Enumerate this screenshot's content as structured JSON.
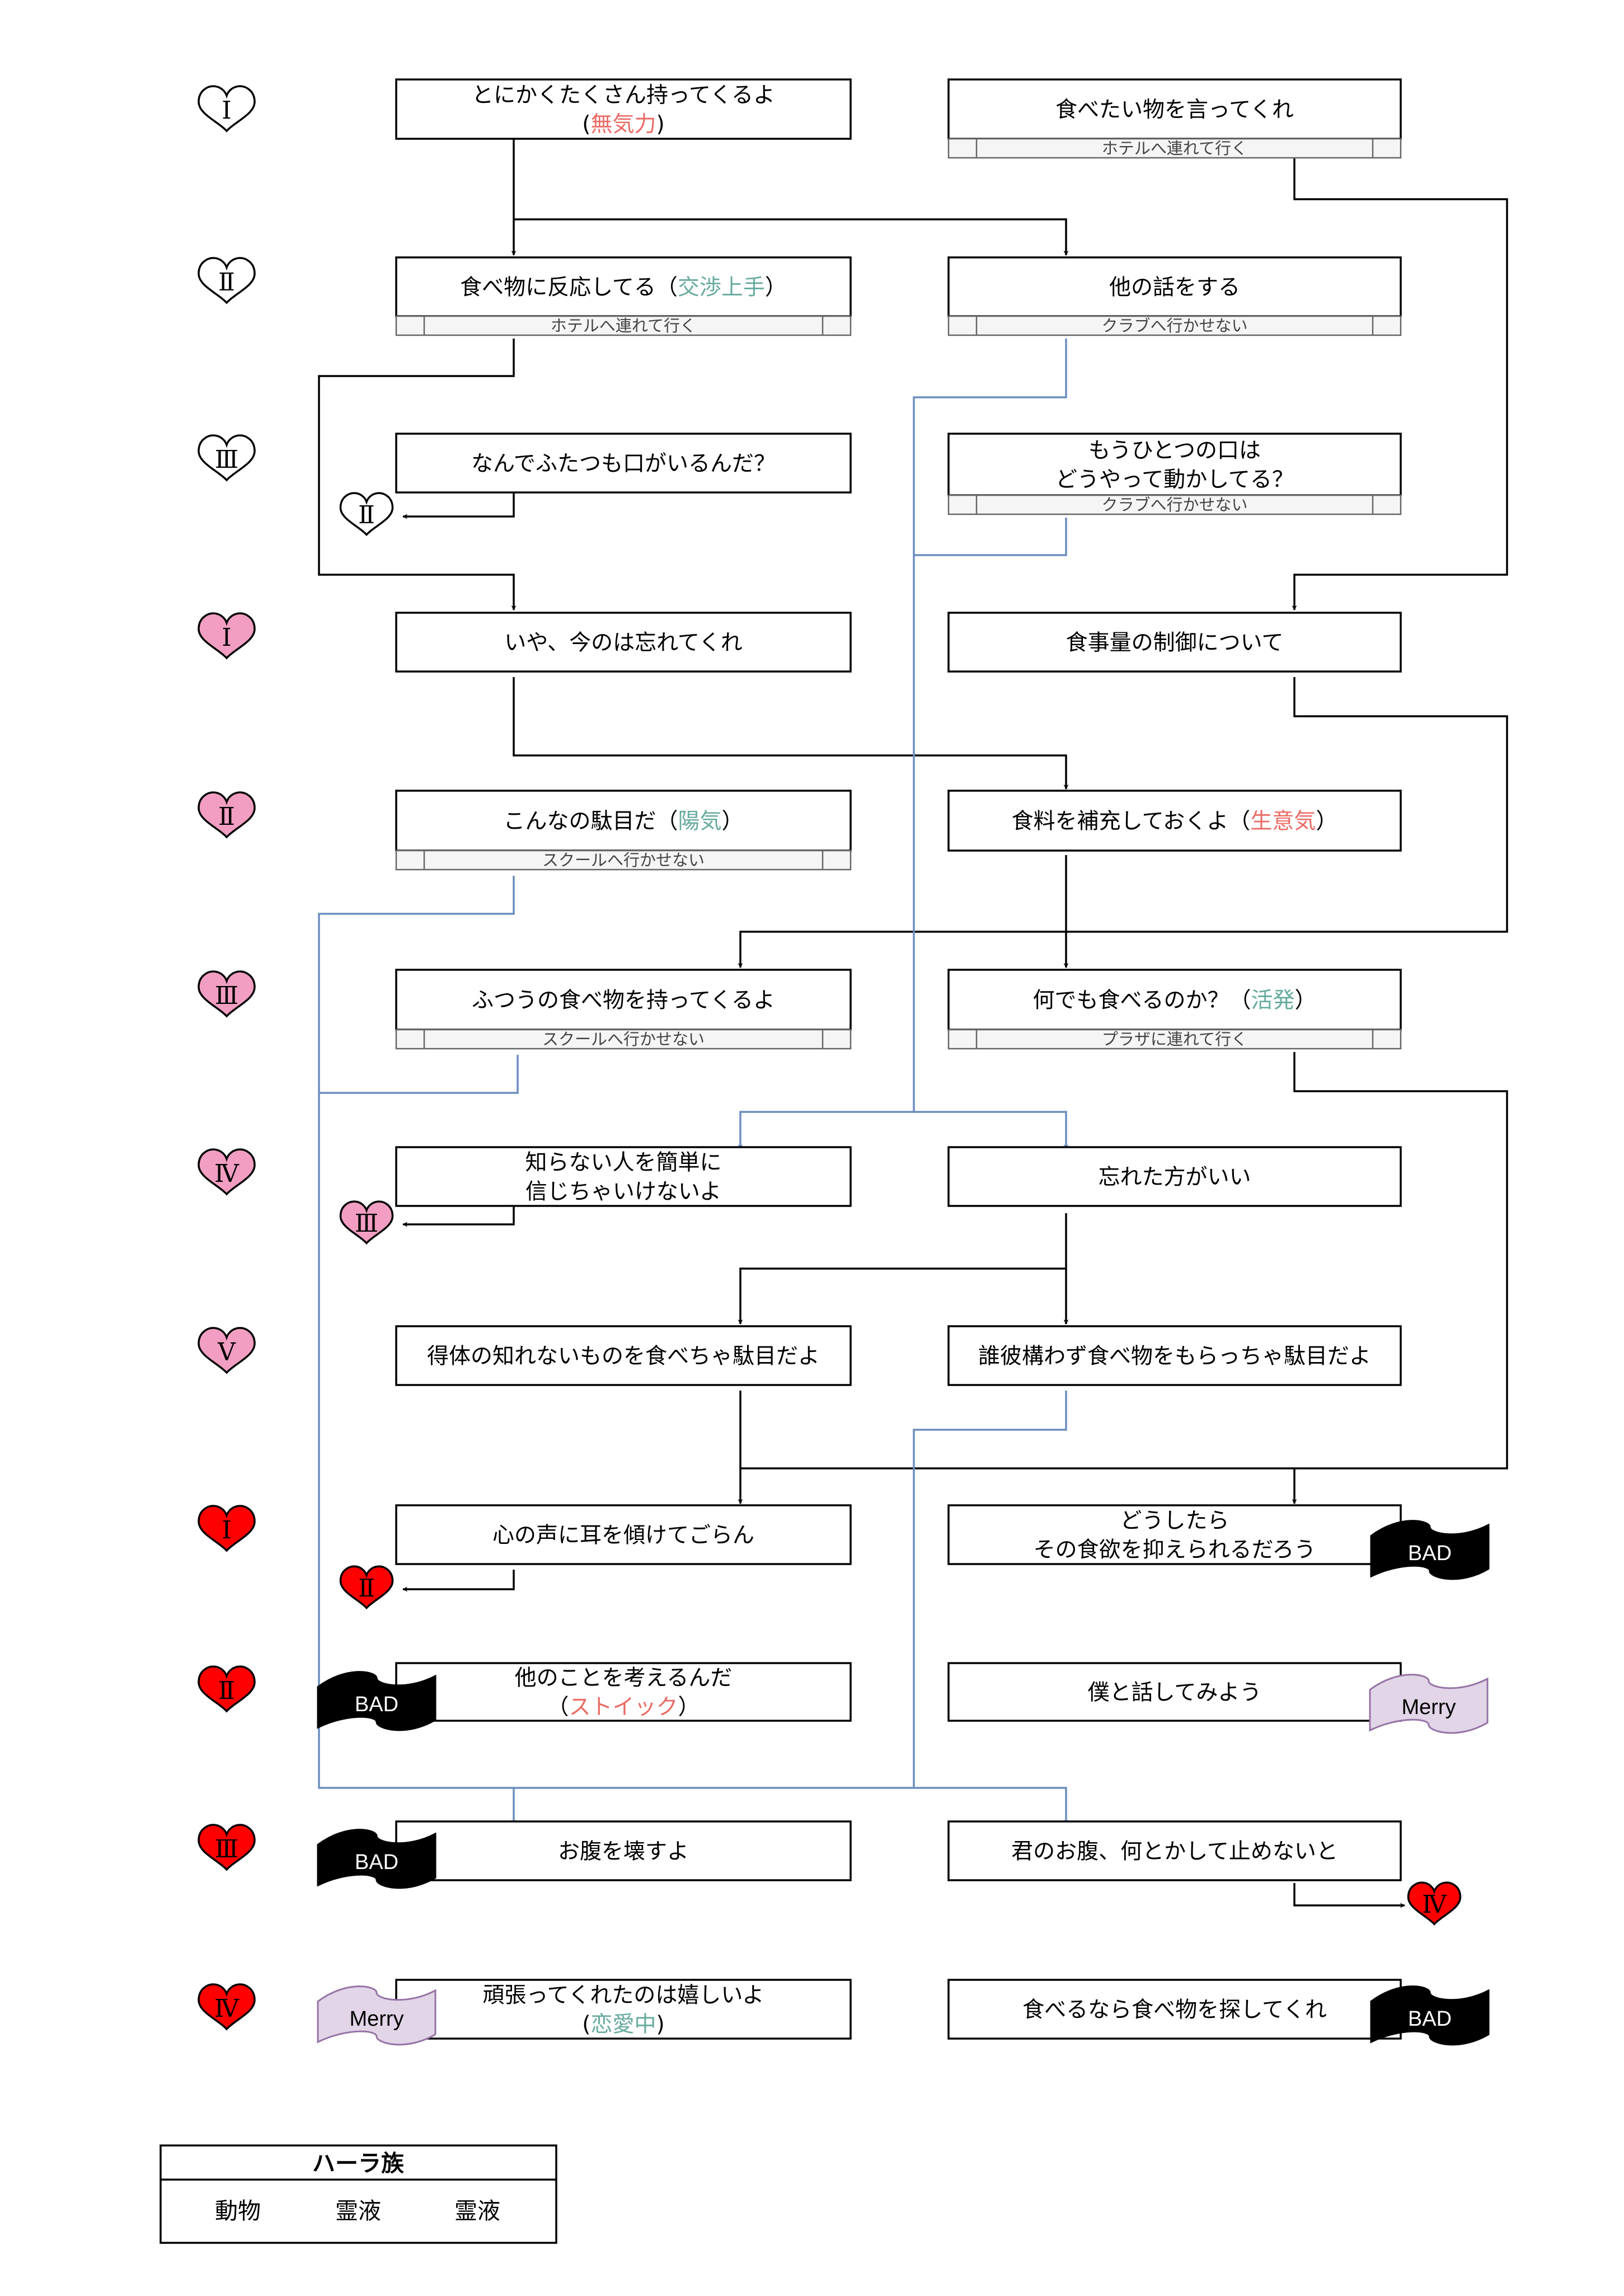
{
  "colors": {
    "pink": "#F19EC2",
    "red": "#FF0000",
    "white": "#FFFFFF",
    "accent_green": "#67AB9F",
    "accent_red": "#EA6B66",
    "blue_line": "#6C8EBF",
    "black": "#000000",
    "merry_fill": "#E1D5E7",
    "merry_stroke": "#9673A6",
    "sub_fill": "#F5F5F5",
    "sub_stroke": "#666666"
  },
  "rows": [
    {
      "label": "Ⅰ",
      "color": "white"
    },
    {
      "label": "Ⅱ",
      "color": "white"
    },
    {
      "label": "Ⅲ",
      "color": "white"
    },
    {
      "label": "Ⅰ",
      "color": "pink"
    },
    {
      "label": "Ⅱ",
      "color": "pink"
    },
    {
      "label": "Ⅲ",
      "color": "pink"
    },
    {
      "label": "Ⅳ",
      "color": "pink"
    },
    {
      "label": "Ⅴ",
      "color": "pink"
    },
    {
      "label": "Ⅰ",
      "color": "red"
    },
    {
      "label": "Ⅱ",
      "color": "red"
    },
    {
      "label": "Ⅲ",
      "color": "red"
    },
    {
      "label": "Ⅳ",
      "color": "red"
    }
  ],
  "nodes": {
    "l1": {
      "lines": [
        [
          {
            "t": "とにかくたくさん持ってくるよ"
          }
        ],
        [
          {
            "t": "("
          },
          {
            "t": "無気力",
            "c": "accent_red"
          },
          {
            "t": ")"
          }
        ]
      ]
    },
    "r1": {
      "lines": [
        [
          {
            "t": "食べたい物を言ってくれ"
          }
        ]
      ],
      "sub": "ホテルへ連れて行く"
    },
    "l2": {
      "lines": [
        [
          {
            "t": "食べ物に反応してる（"
          },
          {
            "t": "交渉上手",
            "c": "accent_green"
          },
          {
            "t": "）"
          }
        ]
      ],
      "sub": "ホテルへ連れて行く"
    },
    "r2": {
      "lines": [
        [
          {
            "t": "他の話をする"
          }
        ]
      ],
      "sub": "クラブへ行かせない"
    },
    "l3": {
      "lines": [
        [
          {
            "t": "なんでふたつも口がいるんだ？"
          }
        ]
      ]
    },
    "r3": {
      "lines": [
        [
          {
            "t": "もうひとつの口は"
          }
        ],
        [
          {
            "t": "どうやって動かしてる？"
          }
        ]
      ],
      "sub": "クラブへ行かせない"
    },
    "l4": {
      "lines": [
        [
          {
            "t": "いや、今のは忘れてくれ"
          }
        ]
      ]
    },
    "r4": {
      "lines": [
        [
          {
            "t": "食事量の制御について"
          }
        ]
      ]
    },
    "l5": {
      "lines": [
        [
          {
            "t": "こんなの駄目だ（"
          },
          {
            "t": "陽気",
            "c": "accent_green"
          },
          {
            "t": "）"
          }
        ]
      ],
      "sub": "スクールへ行かせない"
    },
    "r5": {
      "lines": [
        [
          {
            "t": "食料を補充しておくよ（"
          },
          {
            "t": "生意気",
            "c": "accent_red"
          },
          {
            "t": "）"
          }
        ]
      ]
    },
    "l6": {
      "lines": [
        [
          {
            "t": "ふつうの食べ物を持ってくるよ"
          }
        ]
      ],
      "sub": "スクールへ行かせない"
    },
    "r6": {
      "lines": [
        [
          {
            "t": "何でも食べるのか？（"
          },
          {
            "t": "活発",
            "c": "accent_green"
          },
          {
            "t": "）"
          }
        ]
      ],
      "sub": "プラザに連れて行く"
    },
    "l7": {
      "lines": [
        [
          {
            "t": "知らない人を簡単に"
          }
        ],
        [
          {
            "t": "信じちゃいけないよ"
          }
        ]
      ]
    },
    "r7": {
      "lines": [
        [
          {
            "t": "忘れた方がいい"
          }
        ]
      ]
    },
    "l8": {
      "lines": [
        [
          {
            "t": "得体の知れないものを食べちゃ駄目だよ"
          }
        ]
      ]
    },
    "r8": {
      "lines": [
        [
          {
            "t": "誰彼構わず食べ物をもらっちゃ駄目だよ"
          }
        ]
      ]
    },
    "l9": {
      "lines": [
        [
          {
            "t": "心の声に耳を傾けてごらん"
          }
        ]
      ]
    },
    "r9": {
      "lines": [
        [
          {
            "t": "どうしたら"
          }
        ],
        [
          {
            "t": "その食欲を抑えられるだろう"
          }
        ]
      ]
    },
    "l10": {
      "lines": [
        [
          {
            "t": "他のことを考えるんだ"
          }
        ],
        [
          {
            "t": "（"
          },
          {
            "t": "ストイック",
            "c": "accent_red"
          },
          {
            "t": "）"
          }
        ]
      ]
    },
    "r10": {
      "lines": [
        [
          {
            "t": "僕と話してみよう"
          }
        ]
      ]
    },
    "l11": {
      "lines": [
        [
          {
            "t": "お腹を壊すよ"
          }
        ]
      ]
    },
    "r11": {
      "lines": [
        [
          {
            "t": "君のお腹、何とかして止めないと"
          }
        ]
      ]
    },
    "l12": {
      "lines": [
        [
          {
            "t": "頑張ってくれたのは嬉しいよ"
          }
        ],
        [
          {
            "t": "("
          },
          {
            "t": "恋愛中",
            "c": "accent_green"
          },
          {
            "t": ")"
          }
        ]
      ]
    },
    "r12": {
      "lines": [
        [
          {
            "t": "食べるなら食べ物を探してくれ"
          }
        ]
      ]
    }
  },
  "jumps": [
    {
      "label": "Ⅱ",
      "color": "white"
    },
    {
      "label": "Ⅲ",
      "color": "pink"
    },
    {
      "label": "Ⅱ",
      "color": "red"
    },
    {
      "label": "Ⅳ",
      "color": "red"
    }
  ],
  "endings": {
    "bad_label": "BAD",
    "merry_label": "Merry"
  },
  "legend": {
    "title": "ハーラ族",
    "items": [
      "動物",
      "霊液",
      "霊液"
    ]
  }
}
